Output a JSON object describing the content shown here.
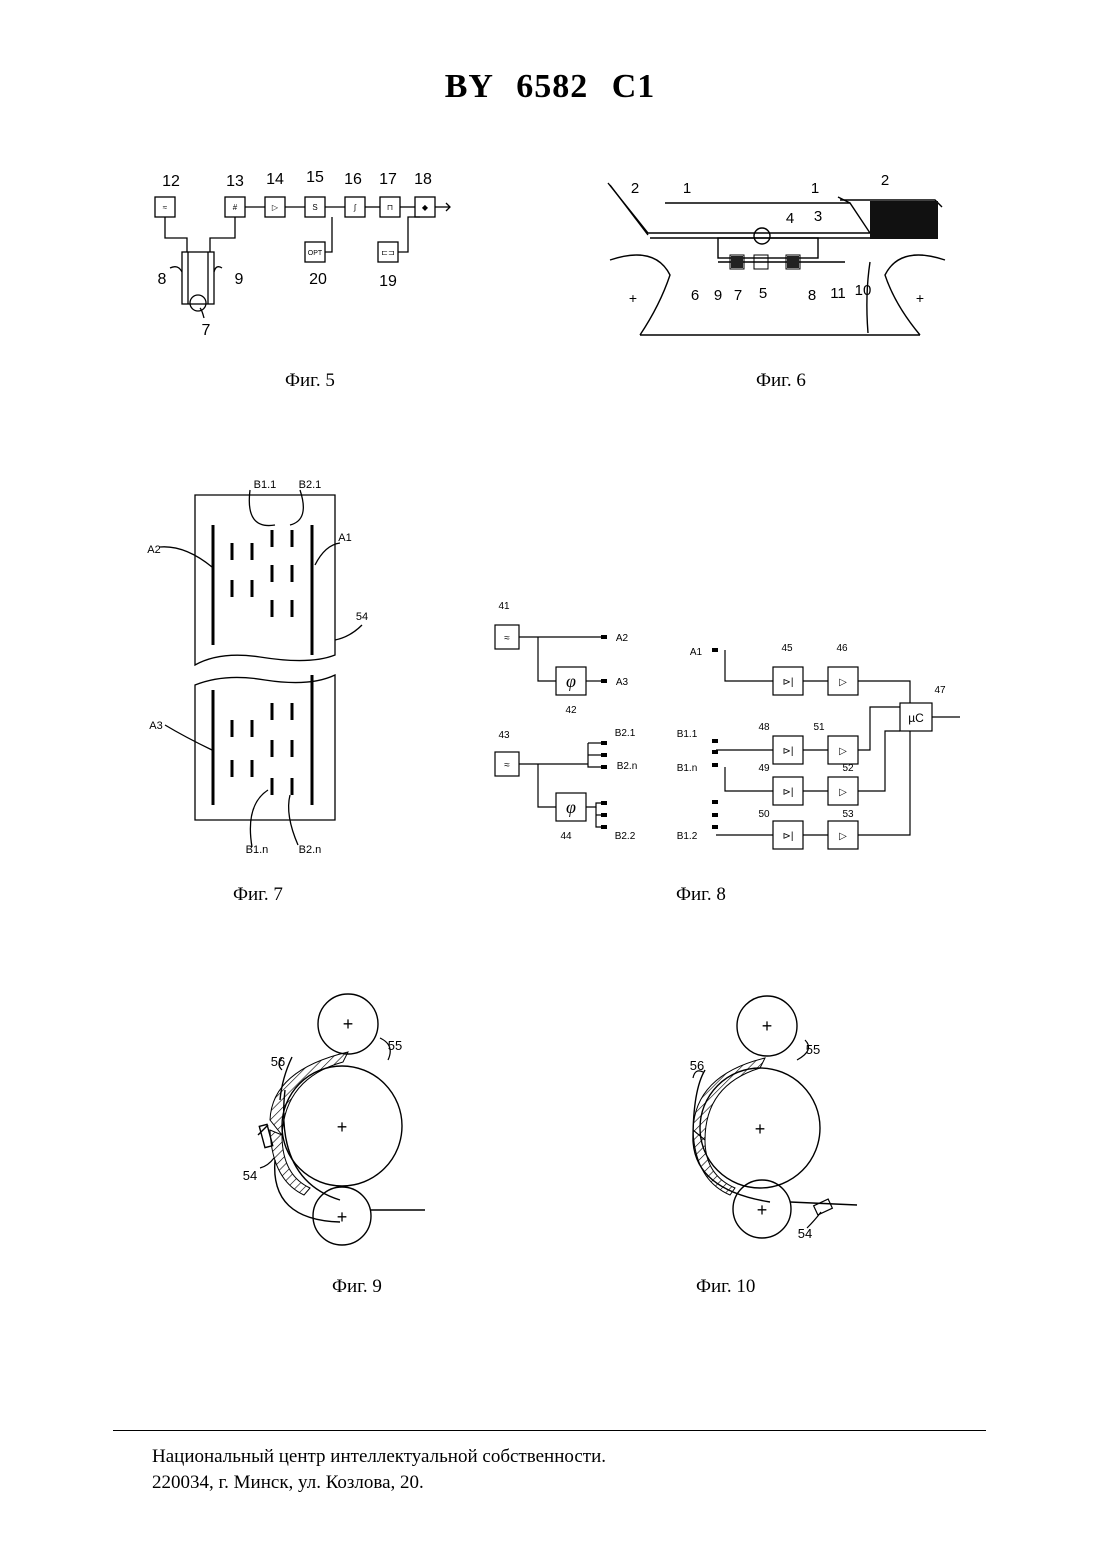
{
  "header": {
    "title": "BY 6582 C1"
  },
  "figures": {
    "fig5": {
      "caption": "Фиг. 5",
      "labels": [
        "12",
        "13",
        "14",
        "15",
        "16",
        "17",
        "18",
        "20",
        "19",
        "8",
        "9",
        "7"
      ],
      "opt_label": "OPT"
    },
    "fig6": {
      "caption": "Фиг. 6",
      "labels": [
        "2",
        "1",
        "1",
        "2",
        "4",
        "3",
        "6",
        "9",
        "7",
        "5",
        "8",
        "11",
        "10"
      ]
    },
    "fig7": {
      "caption": "Фиг. 7",
      "labels": [
        "B1.1",
        "B2.1",
        "A2",
        "A1",
        "54",
        "A3",
        "B1.n",
        "B2.n"
      ]
    },
    "fig8": {
      "caption": "Фиг. 8",
      "labels": [
        "41",
        "A2",
        "A3",
        "42",
        "43",
        "B2.1",
        "B2.n",
        "44",
        "B2.2",
        "A1",
        "45",
        "46",
        "47",
        "B1.1",
        "48",
        "51",
        "B1.n",
        "49",
        "52",
        "50",
        "53",
        "B1.2"
      ],
      "phi": "φ",
      "uc": "µC"
    },
    "fig9": {
      "caption": "Фиг. 9",
      "labels": [
        "55",
        "56",
        "54"
      ]
    },
    "fig10": {
      "caption": "Фиг. 10",
      "labels": [
        "55",
        "56",
        "54"
      ]
    }
  },
  "footer": {
    "line1": "Национальный центр интеллектуальной собственности.",
    "line2": "220034, г. Минск, ул. Козлова, 20."
  }
}
